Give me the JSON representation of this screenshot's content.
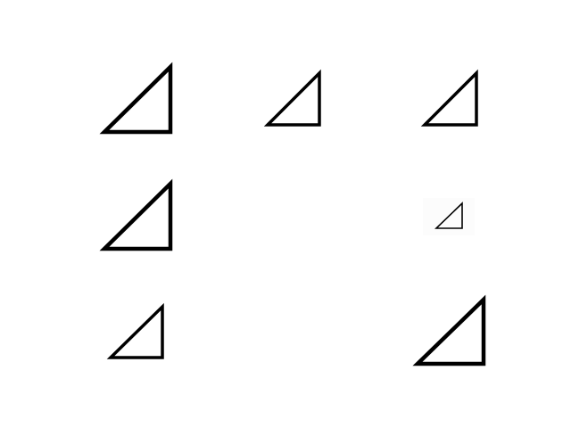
{
  "figure": {
    "background": "#ffffff",
    "stroke_color": "#000000",
    "shape": "right-triangle",
    "grid": {
      "rows": 3,
      "cols": 3
    },
    "cells": [
      {
        "row": 1,
        "col": 1,
        "present": true,
        "size": "large"
      },
      {
        "row": 1,
        "col": 2,
        "present": true,
        "size": "medium"
      },
      {
        "row": 1,
        "col": 3,
        "present": true,
        "size": "medium"
      },
      {
        "row": 2,
        "col": 1,
        "present": true,
        "size": "large"
      },
      {
        "row": 2,
        "col": 2,
        "present": false,
        "size": "none"
      },
      {
        "row": 2,
        "col": 3,
        "present": true,
        "size": "small"
      },
      {
        "row": 3,
        "col": 1,
        "present": true,
        "size": "medium"
      },
      {
        "row": 3,
        "col": 2,
        "present": false,
        "size": "none"
      },
      {
        "row": 3,
        "col": 3,
        "present": true,
        "size": "large"
      }
    ]
  }
}
